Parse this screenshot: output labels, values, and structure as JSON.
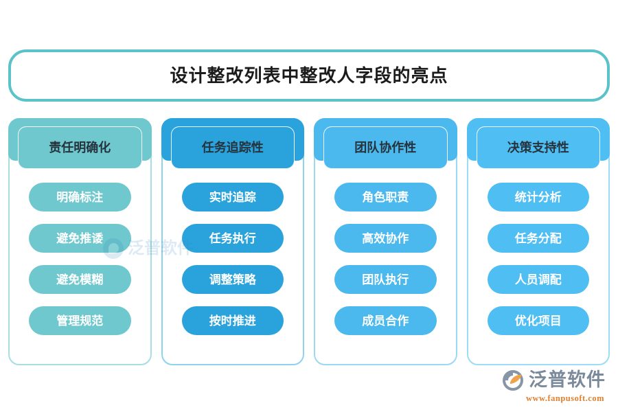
{
  "page": {
    "background_color": "#ffffff",
    "title": "设计整改列表中整改人字段的亮点",
    "title_border_color": "#5bc2ca"
  },
  "columns": [
    {
      "header": "责任明确化",
      "accent": "#6fc8ce",
      "border": "#a8dde1",
      "items": [
        "明确标注",
        "避免推诿",
        "避免模糊",
        "管理规范"
      ]
    },
    {
      "header": "任务追踪性",
      "accent": "#2aa3dc",
      "border": "#8ed2ee",
      "items": [
        "实时追踪",
        "任务执行",
        "调整策略",
        "按时推进"
      ]
    },
    {
      "header": "团队协作性",
      "accent": "#4bb9ee",
      "border": "#9ad8f4",
      "items": [
        "角色职责",
        "高效协作",
        "团队执行",
        "成员合作"
      ]
    },
    {
      "header": "决策支持性",
      "accent": "#4fbef2",
      "border": "#9ddcf6",
      "items": [
        "统计分析",
        "任务分配",
        "人员调配",
        "优化项目"
      ]
    }
  ],
  "watermark": {
    "text": "泛普软件",
    "icon": "fanpu-logo-icon"
  },
  "brand": {
    "name": "泛普软件",
    "url": "www.fanpusoft.com",
    "icon": "fanpu-logo-icon",
    "name_color": "#7a8a9a",
    "url_color": "#e08030"
  }
}
